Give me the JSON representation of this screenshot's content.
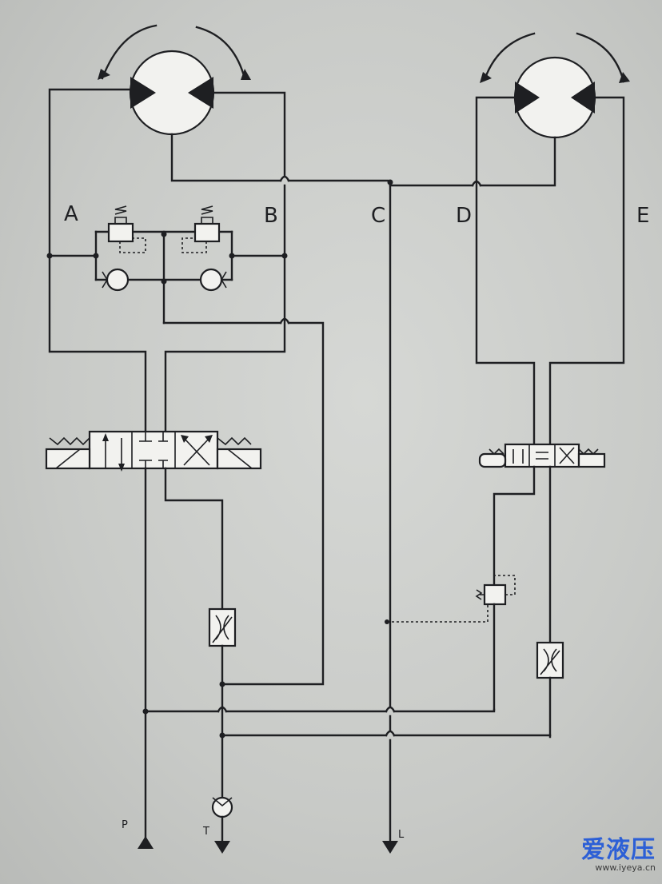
{
  "labels": {
    "A": "A",
    "B": "B",
    "C": "C",
    "D": "D",
    "E": "E",
    "P": "P",
    "T": "T",
    "L": "L"
  },
  "watermark": {
    "brand": "爱液压",
    "url": "www.iyeya.cn"
  }
}
